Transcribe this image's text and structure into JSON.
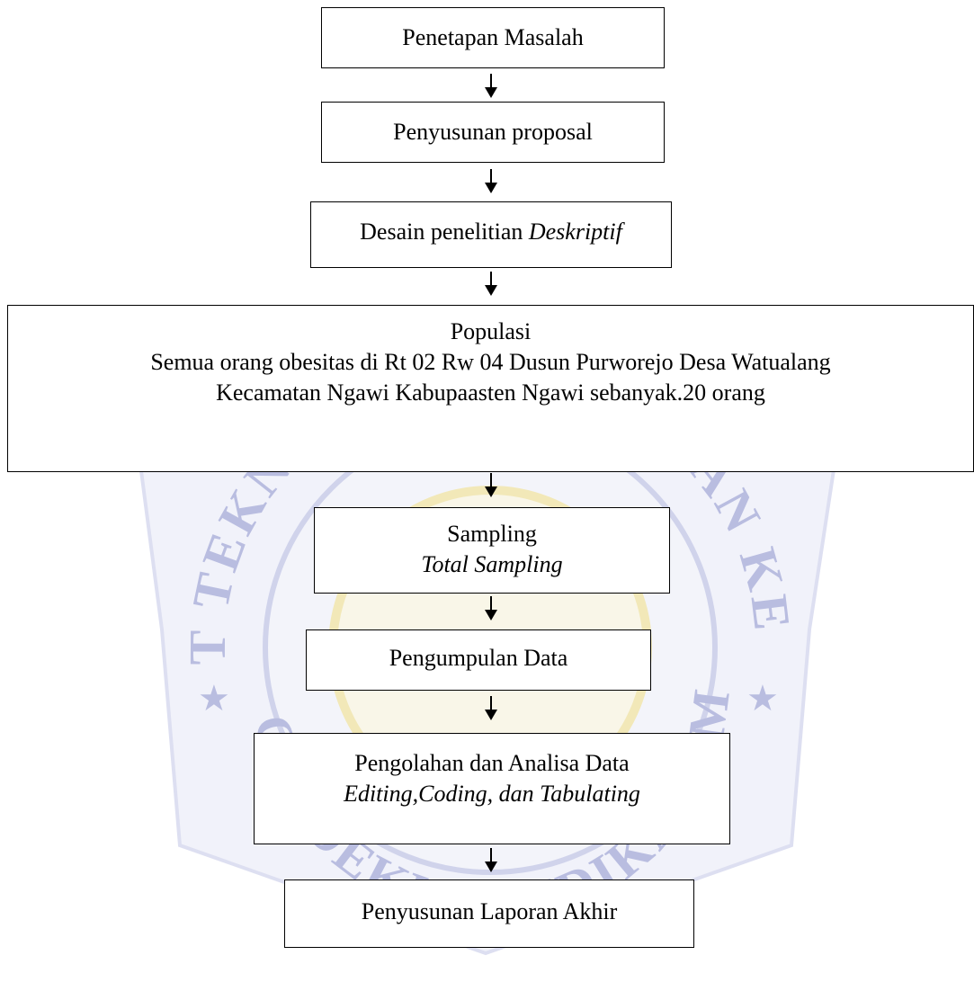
{
  "colors": {
    "border": "#000000",
    "text": "#000000",
    "watermark": "#b9bde0",
    "watermark_gold": "#f2e6a8"
  },
  "watermark": {
    "top_arc": "INSTITUT TEKNOLOGI SAINS DAN KESEHATAN",
    "bottom_arc": "INSAN CENDEKIA MEDIKA JOMBANG",
    "icon": "institution-seal"
  },
  "flowchart": {
    "steps": [
      {
        "label": "Penetapan Masalah"
      },
      {
        "label": "Penyusunan proposal"
      },
      {
        "label_plain": "Desain penelitian ",
        "label_italic": "Deskriptif"
      },
      {
        "title": "Populasi",
        "line1": "Semua orang obesitas di Rt 02 Rw 04 Dusun Purworejo Desa Watualang",
        "line2": "Kecamatan Ngawi Kabupaasten Ngawi sebanyak.20 orang"
      },
      {
        "title": "Sampling",
        "subtitle": "Total Sampling"
      },
      {
        "label": "Pengumpulan Data"
      },
      {
        "title": "Pengolahan dan Analisa Data",
        "subtitle": "Editing,Coding, dan Tabulating"
      },
      {
        "label": "Penyusunan Laporan Akhir"
      }
    ]
  }
}
